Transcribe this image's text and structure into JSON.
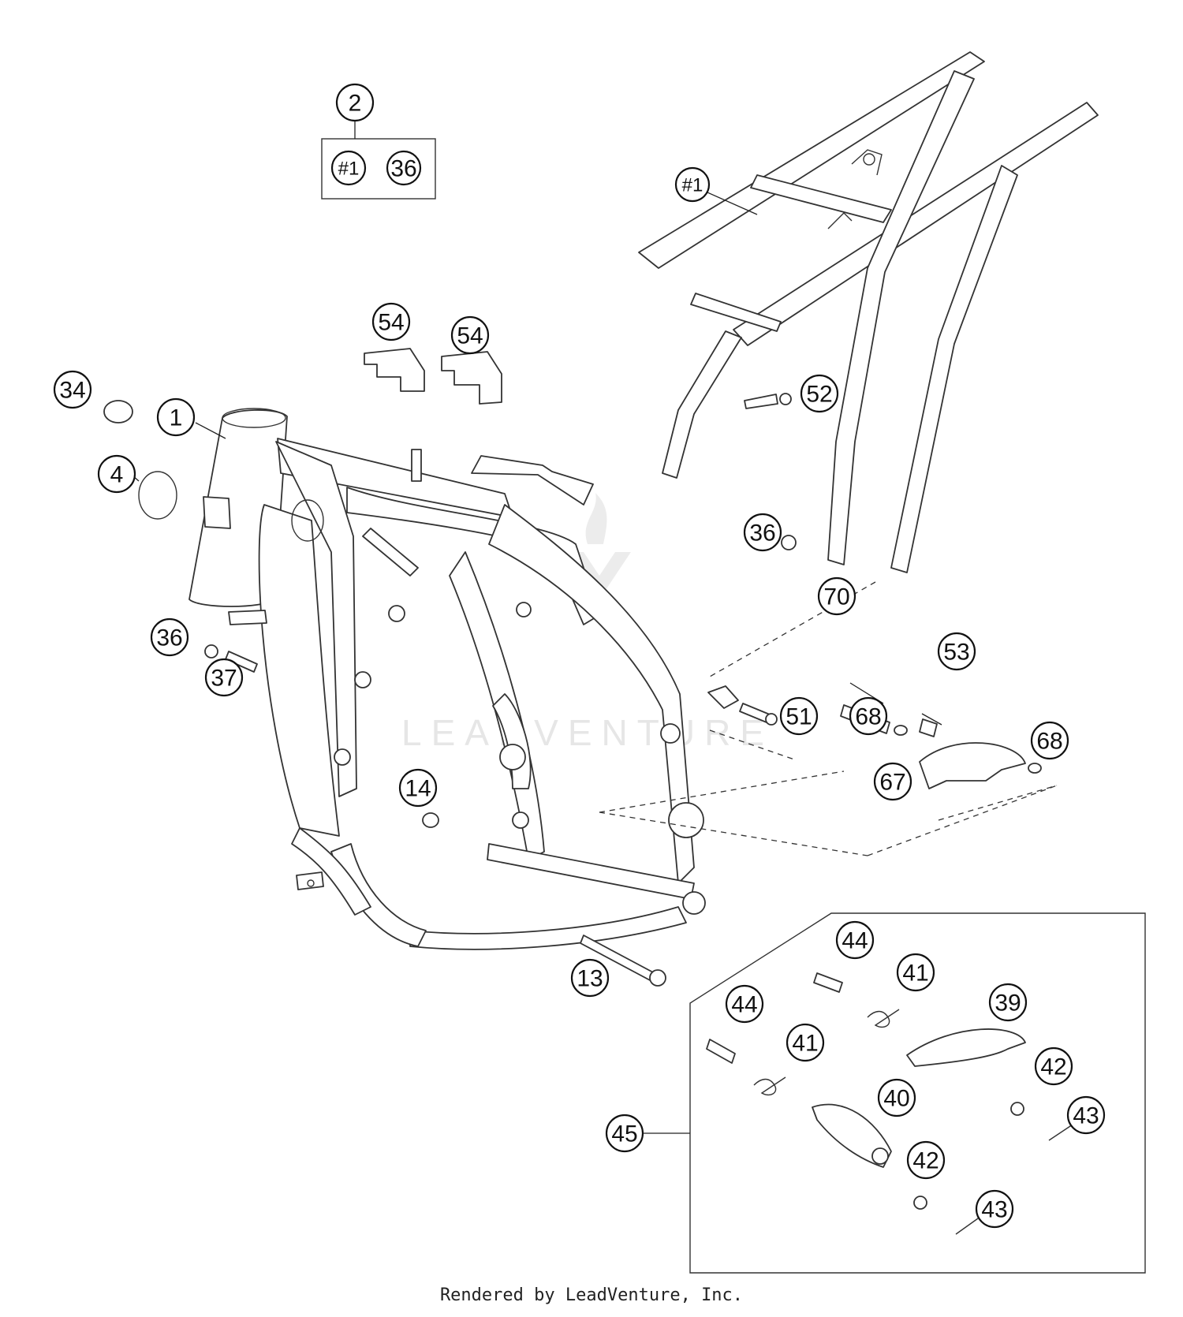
{
  "callouts": [
    {
      "id": "c2",
      "label": "2"
    },
    {
      "id": "c1a",
      "label": "#1"
    },
    {
      "id": "c36a",
      "label": "36"
    },
    {
      "id": "c1b",
      "label": "#1"
    },
    {
      "id": "c54a",
      "label": "54"
    },
    {
      "id": "c54b",
      "label": "54"
    },
    {
      "id": "c34",
      "label": "34"
    },
    {
      "id": "c1",
      "label": "1"
    },
    {
      "id": "c4",
      "label": "4"
    },
    {
      "id": "c52",
      "label": "52"
    },
    {
      "id": "c36b",
      "label": "36"
    },
    {
      "id": "c70",
      "label": "70"
    },
    {
      "id": "c53",
      "label": "53"
    },
    {
      "id": "c36c",
      "label": "36"
    },
    {
      "id": "c37",
      "label": "37"
    },
    {
      "id": "c51",
      "label": "51"
    },
    {
      "id": "c68a",
      "label": "68"
    },
    {
      "id": "c68b",
      "label": "68"
    },
    {
      "id": "c67",
      "label": "67"
    },
    {
      "id": "c14",
      "label": "14"
    },
    {
      "id": "c13",
      "label": "13"
    },
    {
      "id": "c44a",
      "label": "44"
    },
    {
      "id": "c41a",
      "label": "41"
    },
    {
      "id": "c39",
      "label": "39"
    },
    {
      "id": "c44b",
      "label": "44"
    },
    {
      "id": "c41b",
      "label": "41"
    },
    {
      "id": "c42a",
      "label": "42"
    },
    {
      "id": "c40",
      "label": "40"
    },
    {
      "id": "c43a",
      "label": "43"
    },
    {
      "id": "c45",
      "label": "45"
    },
    {
      "id": "c42b",
      "label": "42"
    },
    {
      "id": "c43b",
      "label": "43"
    }
  ],
  "watermark": "LEADVENTURE",
  "footer": "Rendered by LeadVenture, Inc."
}
